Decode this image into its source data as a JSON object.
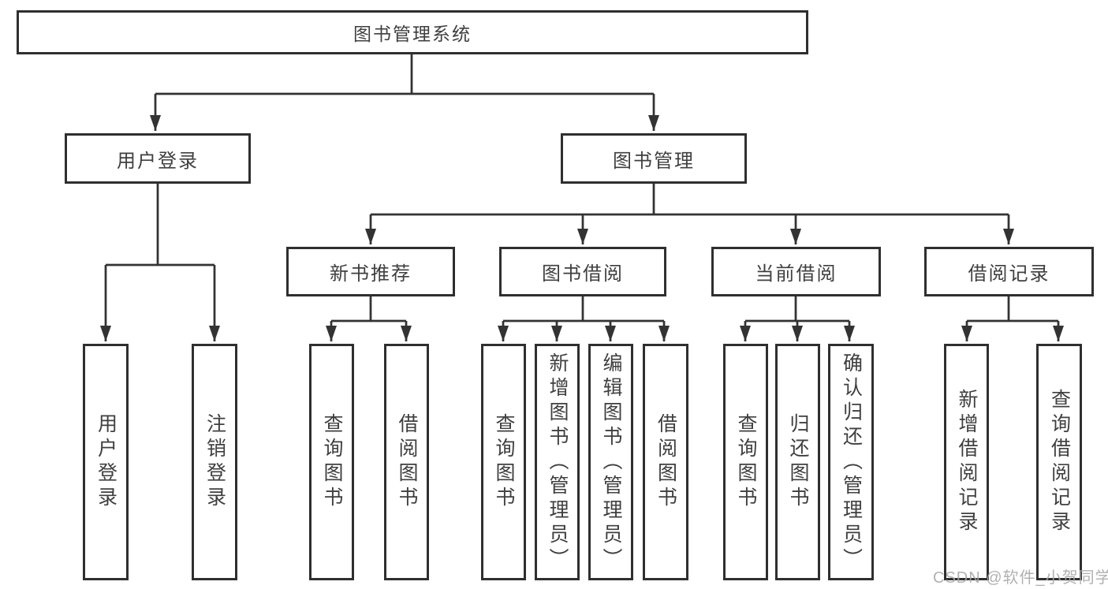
{
  "diagram": {
    "root": {
      "label": "图书管理系统"
    },
    "branches": [
      {
        "label": "用户登录",
        "children": [
          {
            "label": "用户登录"
          },
          {
            "label": "注销登录"
          }
        ]
      },
      {
        "label": "图书管理",
        "children": [
          {
            "label": "新书推荐",
            "children": [
              {
                "label": "查询图书"
              },
              {
                "label": "借阅图书"
              }
            ]
          },
          {
            "label": "图书借阅",
            "children": [
              {
                "label": "查询图书"
              },
              {
                "label": "新增图书（管理员）"
              },
              {
                "label": "编辑图书（管理员）"
              },
              {
                "label": "借阅图书"
              }
            ]
          },
          {
            "label": "当前借阅",
            "children": [
              {
                "label": "查询图书"
              },
              {
                "label": "归还图书"
              },
              {
                "label": "确认归还（管理员）"
              }
            ]
          },
          {
            "label": "借阅记录",
            "children": [
              {
                "label": "新增借阅记录"
              },
              {
                "label": "查询借阅记录"
              }
            ]
          }
        ]
      }
    ]
  },
  "watermark": {
    "text": "CSDN @软件_小贺同学"
  },
  "colors": {
    "line": "#333333",
    "box_border": "#2f2f2f",
    "text": "#3f3f3f",
    "background": "#ffffff",
    "watermark": "#a8a8a8"
  }
}
